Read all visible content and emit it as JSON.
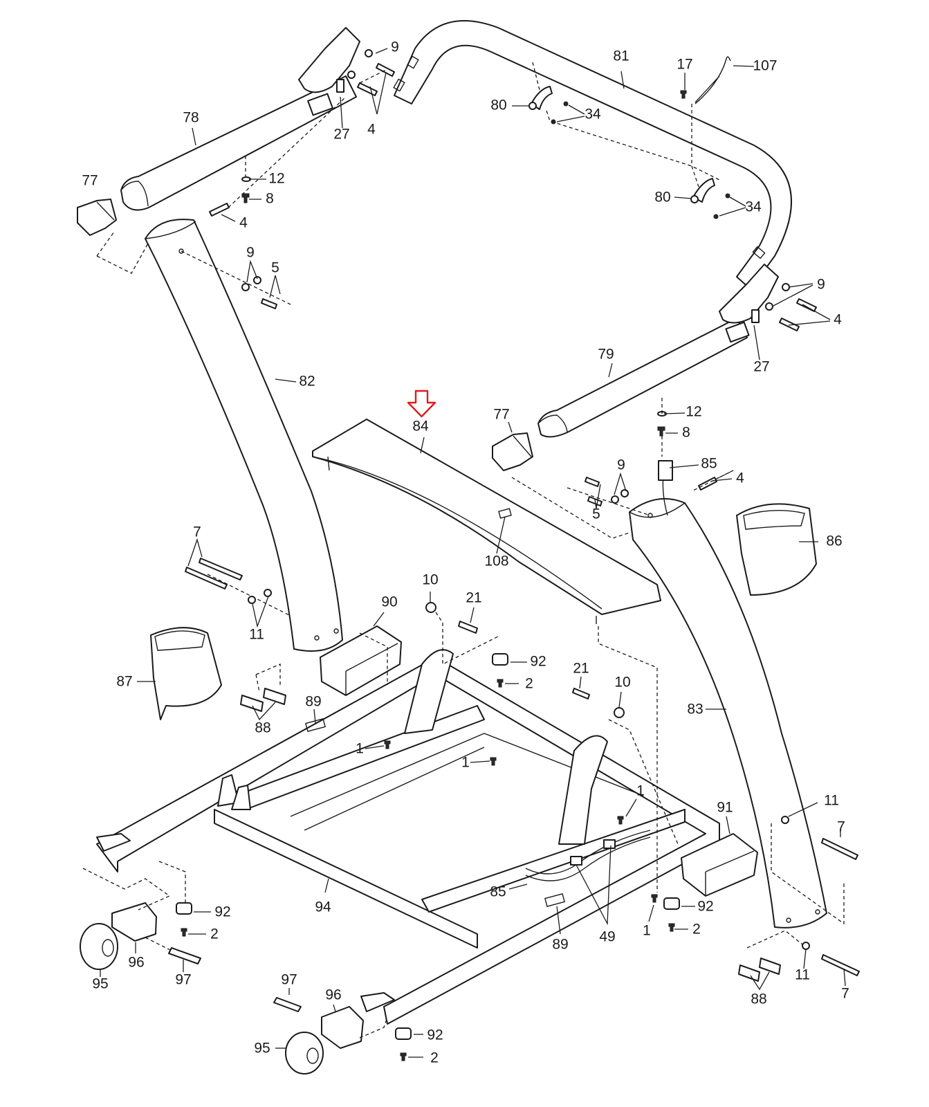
{
  "highlight": {
    "target_part": "84",
    "color": "#e01b1b"
  },
  "callouts": [
    {
      "id": "c9a",
      "text": "9"
    },
    {
      "id": "c78",
      "text": "78"
    },
    {
      "id": "c27a",
      "text": "27"
    },
    {
      "id": "c4a",
      "text": "4"
    },
    {
      "id": "c81",
      "text": "81"
    },
    {
      "id": "c17",
      "text": "17"
    },
    {
      "id": "c107",
      "text": "107"
    },
    {
      "id": "c80a",
      "text": "80"
    },
    {
      "id": "c34a",
      "text": "34"
    },
    {
      "id": "c77a",
      "text": "77"
    },
    {
      "id": "c12a",
      "text": "12"
    },
    {
      "id": "c8a",
      "text": "8"
    },
    {
      "id": "c4b",
      "text": "4"
    },
    {
      "id": "c80b",
      "text": "80"
    },
    {
      "id": "c34b",
      "text": "34"
    },
    {
      "id": "c9b",
      "text": "9"
    },
    {
      "id": "c5a",
      "text": "5"
    },
    {
      "id": "c9c",
      "text": "9"
    },
    {
      "id": "c4c",
      "text": "4"
    },
    {
      "id": "c27b",
      "text": "27"
    },
    {
      "id": "c79",
      "text": "79"
    },
    {
      "id": "c82",
      "text": "82"
    },
    {
      "id": "c84",
      "text": "84"
    },
    {
      "id": "c77b",
      "text": "77"
    },
    {
      "id": "c12b",
      "text": "12"
    },
    {
      "id": "c8b",
      "text": "8"
    },
    {
      "id": "c85a",
      "text": "85"
    },
    {
      "id": "c9d",
      "text": "9"
    },
    {
      "id": "c4d",
      "text": "4"
    },
    {
      "id": "c5b",
      "text": "5"
    },
    {
      "id": "c86",
      "text": "86"
    },
    {
      "id": "c108",
      "text": "108"
    },
    {
      "id": "c7a",
      "text": "7"
    },
    {
      "id": "c11a",
      "text": "11"
    },
    {
      "id": "c10a",
      "text": "10"
    },
    {
      "id": "c21a",
      "text": "21"
    },
    {
      "id": "c90",
      "text": "90"
    },
    {
      "id": "c92a",
      "text": "92"
    },
    {
      "id": "c2a",
      "text": "2"
    },
    {
      "id": "c21b",
      "text": "21"
    },
    {
      "id": "c10b",
      "text": "10"
    },
    {
      "id": "c87",
      "text": "87"
    },
    {
      "id": "c88a",
      "text": "88"
    },
    {
      "id": "c89a",
      "text": "89"
    },
    {
      "id": "c83",
      "text": "83"
    },
    {
      "id": "c1a",
      "text": "1"
    },
    {
      "id": "c1b",
      "text": "1"
    },
    {
      "id": "c1c",
      "text": "1"
    },
    {
      "id": "c91",
      "text": "91"
    },
    {
      "id": "c11b",
      "text": "11"
    },
    {
      "id": "c7b",
      "text": "7"
    },
    {
      "id": "c85b",
      "text": "85"
    },
    {
      "id": "c94",
      "text": "94"
    },
    {
      "id": "c92b",
      "text": "92"
    },
    {
      "id": "c2b",
      "text": "2"
    },
    {
      "id": "c96a",
      "text": "96"
    },
    {
      "id": "c95a",
      "text": "95"
    },
    {
      "id": "c97a",
      "text": "97"
    },
    {
      "id": "c89b",
      "text": "89"
    },
    {
      "id": "c49",
      "text": "49"
    },
    {
      "id": "c92c",
      "text": "92"
    },
    {
      "id": "c2c",
      "text": "2"
    },
    {
      "id": "c1d",
      "text": "1"
    },
    {
      "id": "c11c",
      "text": "11"
    },
    {
      "id": "c7c",
      "text": "7"
    },
    {
      "id": "c88b",
      "text": "88"
    },
    {
      "id": "c97b",
      "text": "97"
    },
    {
      "id": "c96b",
      "text": "96"
    },
    {
      "id": "c95b",
      "text": "95"
    },
    {
      "id": "c92d",
      "text": "92"
    },
    {
      "id": "c2d",
      "text": "2"
    }
  ]
}
